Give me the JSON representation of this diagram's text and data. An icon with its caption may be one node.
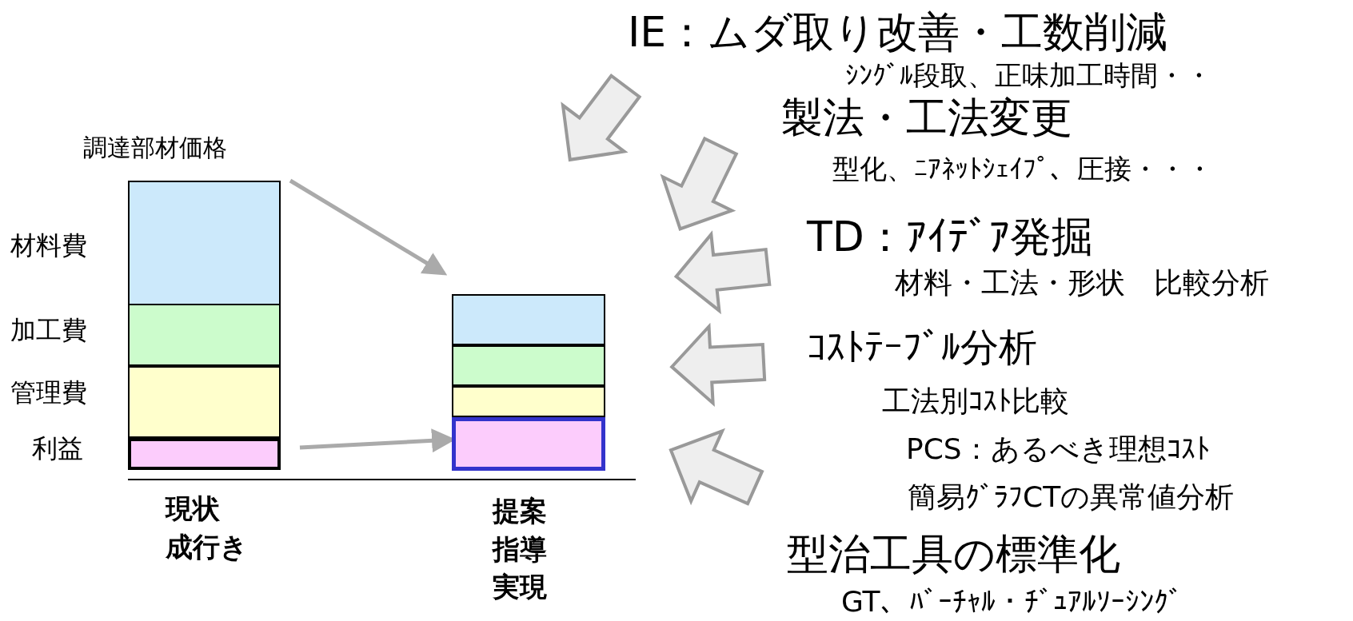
{
  "diagram": {
    "nodes": [
      {
        "text": [],
        "shape": "box",
        "beside": [
          "材料費"
        ]
      },
      {
        "text": [],
        "shape": "box",
        "beside": [
          "加工費"
        ]
      },
      {
        "text": [],
        "shape": "box",
        "beside": [
          "管理費"
        ]
      },
      {
        "text": [],
        "shape": "box",
        "beside": [
          "利益"
        ]
      },
      {
        "text": [],
        "shape": "box"
      },
      {
        "text": [],
        "shape": "box"
      },
      {
        "text": [],
        "shape": "box"
      },
      {
        "text": [],
        "shape": "box"
      }
    ],
    "edges": [
      {
        "from": 0,
        "to": 4,
        "arrow": "to"
      },
      {
        "from": 3,
        "to": 7,
        "arrow": "to"
      }
    ],
    "labels": [
      "IE：ムダ取り改善・工数削減",
      "ｼﾝｸﾞﾙ段取、正味加工時間・・",
      "製法・工法変更",
      "型化、ﾆｱﾈｯﾄｼｪｲﾌﾟ、圧接・・・",
      "調達部材価格",
      "TD：ｱｲﾃﾞｱ発掘",
      "材料・工法・形状　比較分析",
      "ｺｽﾄﾃｰﾌﾞﾙ分析",
      "工法別ｺｽﾄ比較",
      "PCS：あるべき理想ｺｽﾄ",
      "簡易ｸﾞﾗﾌCTの異常値分析",
      "現状",
      "成行き",
      "提案指導実現",
      "型治工具の標準化",
      "GT、ﾊﾞｰﾁｬﾙ・ﾁﾞｭｱﾙｿｰｼﾝｸﾞ"
    ]
  }
}
